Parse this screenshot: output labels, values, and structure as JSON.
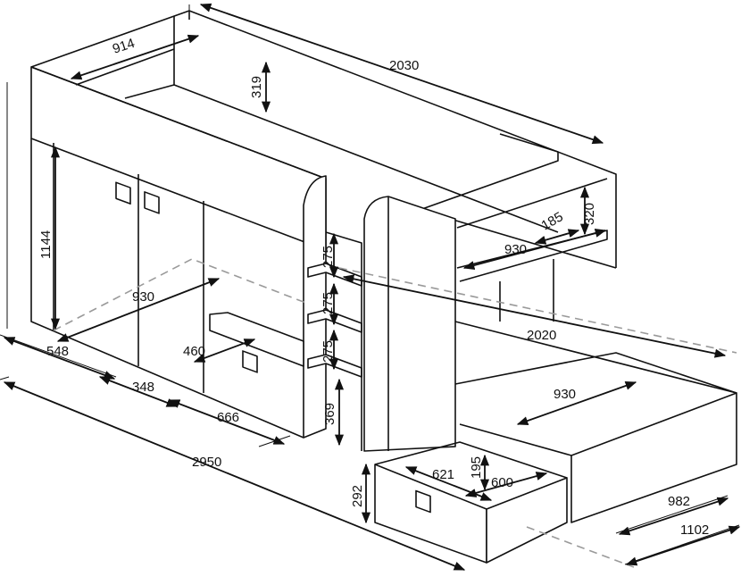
{
  "dimensions": {
    "top_depth": "914",
    "top_length": "2030",
    "top_guard_height": "319",
    "wardrobe_height": "1144",
    "wardrobe_depth": "930",
    "module_width": "548",
    "desk_width": "348",
    "desk_depth": "460",
    "desk_length": "666",
    "total_length": "2950",
    "step_1": "275",
    "step_2": "275",
    "step_3": "275",
    "step_bottom": "369",
    "drawer_height": "292",
    "drawer_length": "621",
    "drawer_inner_height": "195",
    "drawer_depth": "600",
    "shelf_height": "320",
    "shelf_depth": "185",
    "shelf_width": "930",
    "lower_bed_length": "2020",
    "lower_bed_width": "930",
    "lower_width": "982",
    "total_width": "1102"
  },
  "colors": {
    "line": "#111111",
    "hidden_line": "#9a9a9a",
    "background": "#ffffff"
  }
}
